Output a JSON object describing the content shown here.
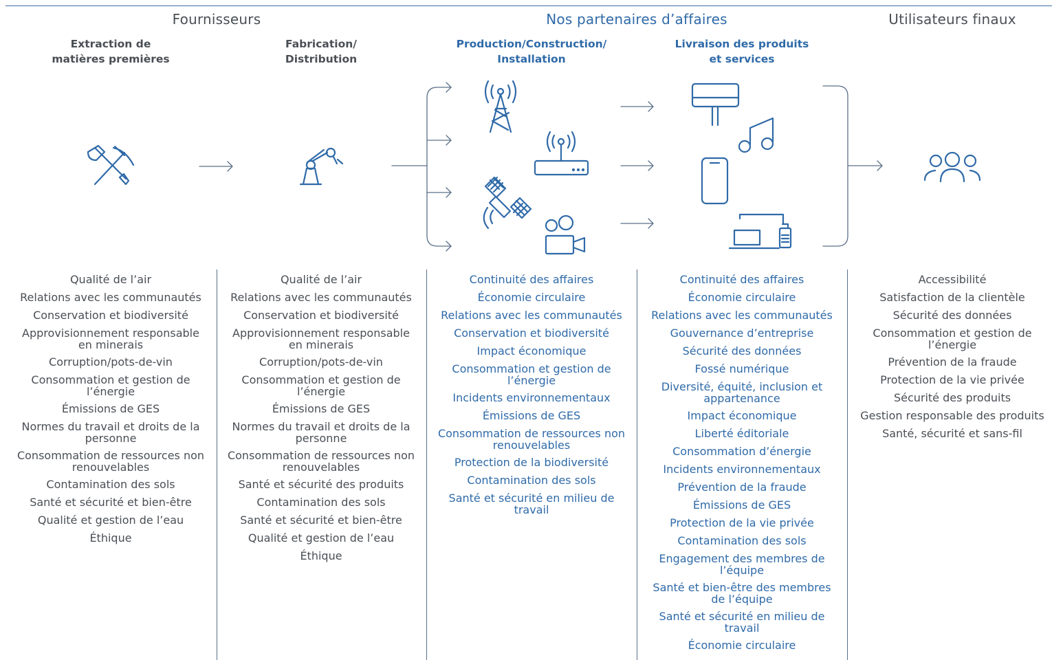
{
  "sections": {
    "suppliers": "Fournisseurs",
    "partners": "Nos partenaires d’affaires",
    "end_users": "Utilisateurs finaux"
  },
  "columns": [
    {
      "title": [
        "Extraction de",
        "matières premières"
      ],
      "icon": "pickaxe-shovel-icon",
      "items": [
        [
          "Qualité de l’air"
        ],
        [
          "Relations avec les communautés"
        ],
        [
          "Conservation et biodiversité"
        ],
        [
          "Approvisionnement responsable",
          "en minerais"
        ],
        [
          "Corruption/pots-de-vin"
        ],
        [
          "Consommation et gestion de",
          "l’énergie"
        ],
        [
          "Émissions de GES"
        ],
        [
          "Normes du travail et droits de la",
          "personne"
        ],
        [
          "Consommation de ressources non",
          "renouvelables"
        ],
        [
          "Contamination des sols"
        ],
        [
          "Santé et sécurité et bien-être"
        ],
        [
          "Qualité et gestion de l’eau"
        ],
        [
          "Éthique"
        ]
      ]
    },
    {
      "title": [
        "Fabrication/",
        "Distribution"
      ],
      "icon": "robot-arm-icon",
      "items": [
        [
          "Qualité de l’air"
        ],
        [
          "Relations avec les communautés"
        ],
        [
          "Conservation et biodiversité"
        ],
        [
          "Approvisionnement responsable",
          "en minerais"
        ],
        [
          "Corruption/pots-de-vin"
        ],
        [
          "Consommation et gestion de",
          "l’énergie"
        ],
        [
          "Émissions de GES"
        ],
        [
          "Normes du travail et droits de la",
          "personne"
        ],
        [
          "Consommation de ressources non",
          "renouvelables"
        ],
        [
          "Santé et sécurité des produits"
        ],
        [
          "Contamination des sols"
        ],
        [
          "Santé et sécurité et bien-être"
        ],
        [
          "Qualité et gestion de l’eau"
        ],
        [
          "Éthique"
        ]
      ]
    },
    {
      "title": [
        "Production/Construction/",
        "Installation"
      ],
      "icon": "telecom-tower-icon",
      "items": [
        [
          "Continuité des affaires"
        ],
        [
          "Économie circulaire"
        ],
        [
          "Relations avec les communautés"
        ],
        [
          "Conservation et biodiversité"
        ],
        [
          "Impact économique"
        ],
        [
          "Consommation et gestion de",
          "l’énergie"
        ],
        [
          "Incidents environnementaux"
        ],
        [
          "Émissions de GES"
        ],
        [
          "Consommation de ressources non",
          "renouvelables"
        ],
        [
          "Protection de la biodiversité"
        ],
        [
          "Contamination des sols"
        ],
        [
          "Santé et sécurité en milieu de",
          "travail"
        ]
      ]
    },
    {
      "title": [
        "Livraison des produits",
        "et services"
      ],
      "icon": "devices-icon",
      "items": [
        [
          "Continuité des affaires"
        ],
        [
          "Économie circulaire"
        ],
        [
          "Relations avec les communautés"
        ],
        [
          "Gouvernance d’entreprise"
        ],
        [
          "Sécurité des données"
        ],
        [
          "Fossé numérique"
        ],
        [
          "Diversité, équité, inclusion et",
          "appartenance"
        ],
        [
          "Impact économique"
        ],
        [
          "Liberté éditoriale"
        ],
        [
          "Consommation d’énergie"
        ],
        [
          "Incidents environnementaux"
        ],
        [
          "Prévention de la fraude"
        ],
        [
          "Émissions de GES"
        ],
        [
          "Protection de la vie privée"
        ],
        [
          "Contamination des sols"
        ],
        [
          "Engagement des membres de",
          "l’équipe"
        ],
        [
          "Santé et bien-être des membres",
          "de l’équipe"
        ],
        [
          "Santé et sécurité en milieu de",
          "travail"
        ],
        [
          "Économie circulaire"
        ]
      ]
    },
    {
      "title": [],
      "icon": "users-icon",
      "items": [
        [
          "Accessibilité"
        ],
        [
          "Satisfaction de la clientèle"
        ],
        [
          "Sécurité des données"
        ],
        [
          "Consommation et gestion de",
          "l’énergie"
        ],
        [
          "Prévention de la fraude"
        ],
        [
          "Protection de la vie privée"
        ],
        [
          "Sécurité des produits"
        ],
        [
          "Gestion responsable des produits"
        ],
        [
          "Santé, sécurité et sans-fil"
        ]
      ]
    }
  ],
  "colors": {
    "blue": "#2f6aa8",
    "grey": "#4a4f55"
  }
}
